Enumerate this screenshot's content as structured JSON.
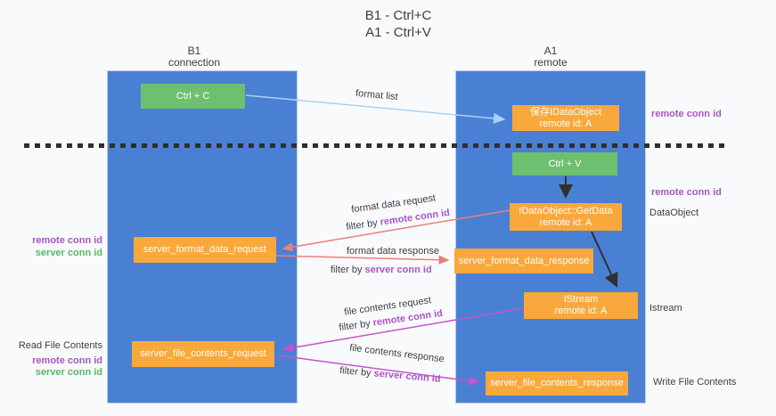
{
  "title": {
    "line1": "B1 - Ctrl+C",
    "line2": "A1 - Ctrl+V"
  },
  "lanes": [
    {
      "header_line1": "B1",
      "header_line2": "connection"
    },
    {
      "header_line1": "A1",
      "header_line2": "remote"
    }
  ],
  "boxes": {
    "ctrl_c": {
      "label": "Ctrl + C"
    },
    "save_idataobject": {
      "line1": "保存IDataObject",
      "line2": "remote id: A"
    },
    "ctrl_v": {
      "label": "Ctrl + V"
    },
    "getdata": {
      "line1": "IDataObject::GetData",
      "line2": "remote id: A"
    },
    "format_request": {
      "label": "server_format_data_request"
    },
    "format_response": {
      "label": "server_format_data_response"
    },
    "istream": {
      "line1": "IStream",
      "line2": "remote id: A"
    },
    "file_request": {
      "label": "server_file_contents_request"
    },
    "file_response": {
      "label": "server_file_contents_response"
    }
  },
  "edge_labels": {
    "format_list": "format list",
    "format_data_request": "format data request",
    "format_data_response": "format data response",
    "file_contents_request": "file contents request",
    "file_contents_response": "file contents response",
    "filter_by": "filter by",
    "remote_conn_id": "remote conn id",
    "server_conn_id": "server conn id"
  },
  "side_labels": {
    "left": [
      {
        "text": "remote conn id"
      },
      {
        "text": "server conn id"
      },
      {
        "text": "Read File Contents"
      },
      {
        "text": "remote conn id"
      },
      {
        "text": "server conn id"
      }
    ],
    "right": [
      {
        "text": "remote conn id"
      },
      {
        "text": "remote conn id"
      },
      {
        "text": "DataObject"
      },
      {
        "text": "Istream"
      },
      {
        "text": "Write File Contents"
      }
    ]
  },
  "colors": {
    "lane_blue": "#4a80d4",
    "box_orange": "#f9a83c",
    "box_green": "#6fbf70",
    "purple_label": "#a855c8",
    "green_label": "#5cb567",
    "salmon_arrow": "#e8817a",
    "magenta_arrow": "#c653c9",
    "light_blue_arrow": "#a9d2f2",
    "black_arrow": "#2f2f2f"
  }
}
